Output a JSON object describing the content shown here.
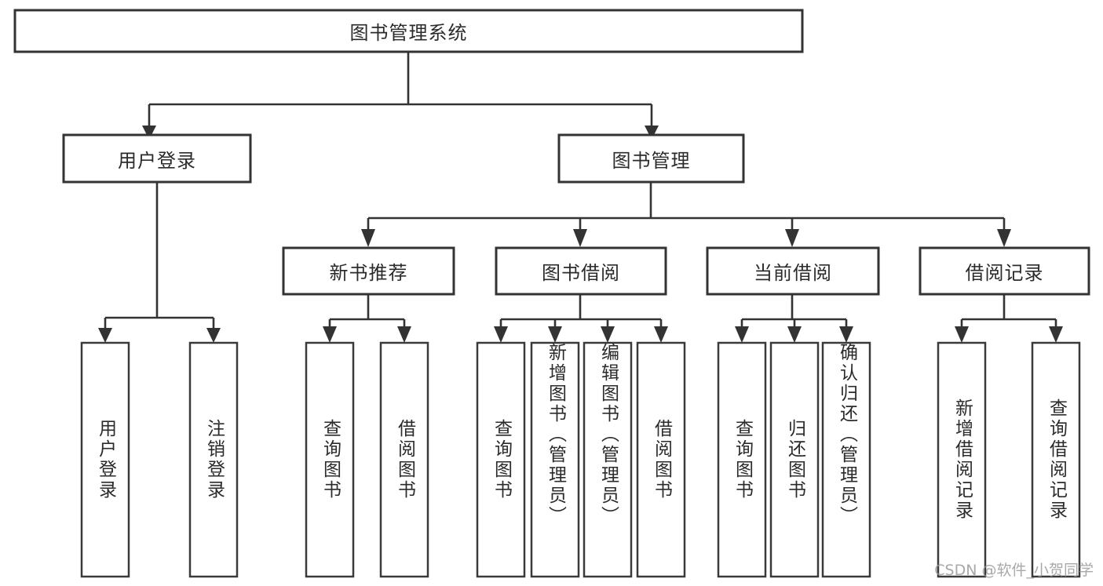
{
  "diagram": {
    "title": "图书管理系统",
    "type": "功能结构图",
    "watermark": "CSDN @软件_小贺同学",
    "colors": {
      "box_stroke": "#333333",
      "box_fill": "#ffffff",
      "text": "#2b2b2b",
      "connector": "#333333",
      "background": "#ffffff",
      "watermark": "#9a9a9a"
    }
  },
  "root": {
    "label": "图书管理系统"
  },
  "level2": [
    {
      "label": "用户登录"
    },
    {
      "label": "图书管理"
    }
  ],
  "level3": [
    {
      "label": "新书推荐"
    },
    {
      "label": "图书借阅"
    },
    {
      "label": "当前借阅"
    },
    {
      "label": "借阅记录"
    }
  ],
  "leaves": {
    "user_login": [
      {
        "label": "用户登录"
      },
      {
        "label": "注销登录"
      }
    ],
    "new_book": [
      {
        "label": "查询图书"
      },
      {
        "label": "借阅图书"
      }
    ],
    "book_borrow": [
      {
        "label": "查询图书"
      },
      {
        "label": "新增图书（管理员）"
      },
      {
        "label": "编辑图书（管理员）"
      },
      {
        "label": "借阅图书"
      }
    ],
    "current_borrow": [
      {
        "label": "查询图书"
      },
      {
        "label": "归还图书"
      },
      {
        "label": "确认归还（管理员）"
      }
    ],
    "borrow_record": [
      {
        "label": "新增借阅记录"
      },
      {
        "label": "查询借阅记录"
      }
    ]
  },
  "chart_data": {
    "type": "tree",
    "title": "图书管理系统",
    "nodes": [
      {
        "id": "root",
        "label": "图书管理系统",
        "level": 0,
        "parent": null
      },
      {
        "id": "n_user_login",
        "label": "用户登录",
        "level": 1,
        "parent": "root"
      },
      {
        "id": "n_book_mgmt",
        "label": "图书管理",
        "level": 1,
        "parent": "root"
      },
      {
        "id": "n_user_login_leaf1",
        "label": "用户登录",
        "level": 2,
        "parent": "n_user_login"
      },
      {
        "id": "n_user_login_leaf2",
        "label": "注销登录",
        "level": 2,
        "parent": "n_user_login"
      },
      {
        "id": "n_new_book",
        "label": "新书推荐",
        "level": 2,
        "parent": "n_book_mgmt"
      },
      {
        "id": "n_book_borrow",
        "label": "图书借阅",
        "level": 2,
        "parent": "n_book_mgmt"
      },
      {
        "id": "n_current_borrow",
        "label": "当前借阅",
        "level": 2,
        "parent": "n_book_mgmt"
      },
      {
        "id": "n_borrow_record",
        "label": "借阅记录",
        "level": 2,
        "parent": "n_book_mgmt"
      },
      {
        "id": "n_new_book_l1",
        "label": "查询图书",
        "level": 3,
        "parent": "n_new_book"
      },
      {
        "id": "n_new_book_l2",
        "label": "借阅图书",
        "level": 3,
        "parent": "n_new_book"
      },
      {
        "id": "n_book_borrow_l1",
        "label": "查询图书",
        "level": 3,
        "parent": "n_book_borrow"
      },
      {
        "id": "n_book_borrow_l2",
        "label": "新增图书（管理员）",
        "level": 3,
        "parent": "n_book_borrow"
      },
      {
        "id": "n_book_borrow_l3",
        "label": "编辑图书（管理员）",
        "level": 3,
        "parent": "n_book_borrow"
      },
      {
        "id": "n_book_borrow_l4",
        "label": "借阅图书",
        "level": 3,
        "parent": "n_book_borrow"
      },
      {
        "id": "n_current_borrow_l1",
        "label": "查询图书",
        "level": 3,
        "parent": "n_current_borrow"
      },
      {
        "id": "n_current_borrow_l2",
        "label": "归还图书",
        "level": 3,
        "parent": "n_current_borrow"
      },
      {
        "id": "n_current_borrow_l3",
        "label": "确认归还（管理员）",
        "level": 3,
        "parent": "n_current_borrow"
      },
      {
        "id": "n_borrow_record_l1",
        "label": "新增借阅记录",
        "level": 3,
        "parent": "n_borrow_record"
      },
      {
        "id": "n_borrow_record_l2",
        "label": "查询借阅记录",
        "level": 3,
        "parent": "n_borrow_record"
      }
    ],
    "orientation": "top-down",
    "edge_style": "orthogonal-arrow"
  }
}
